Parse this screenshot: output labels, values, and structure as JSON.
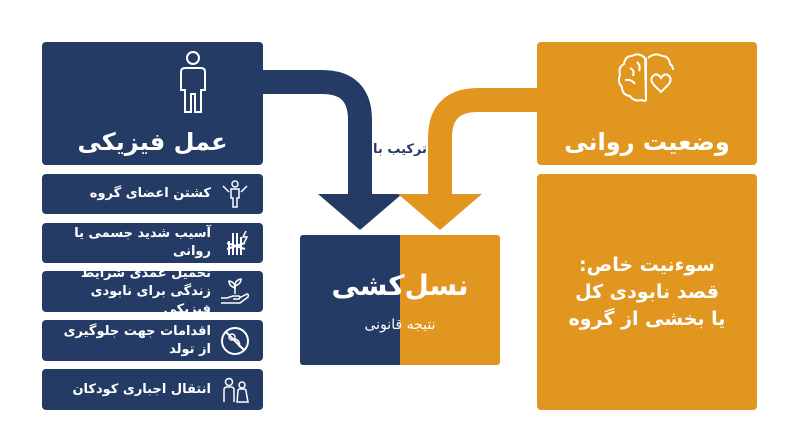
{
  "physical": {
    "title": "عمل فیزیکی",
    "icon": "person-icon",
    "items": [
      {
        "label": "کشتن اعضای گروه",
        "icon": "killing-icon"
      },
      {
        "label": "آسیب شدید جسمی یا روانی",
        "icon": "injury-icon"
      },
      {
        "label": "تحمیل عمدی شرایط زندگی برای نابودی فیزیکی",
        "icon": "hand-plant-icon"
      },
      {
        "label": "اقدامات جهت جلوگیری از تولد",
        "icon": "no-birth-icon"
      },
      {
        "label": "انتقال اجباری کودکان",
        "icon": "children-icon"
      }
    ]
  },
  "mental": {
    "title": "وضعیت روانی",
    "icon": "brain-heart-icon",
    "intent_text": "سوءنیت خاص: قصد نابودی کل یا بخشی از گروه"
  },
  "combine_label": "ترکیب با",
  "result": {
    "title": "نسل‌کشی",
    "subtitle": "نتیجه قانونی"
  },
  "colors": {
    "navy": "#243b66",
    "gold": "#e0961f",
    "background": "#ffffff"
  }
}
